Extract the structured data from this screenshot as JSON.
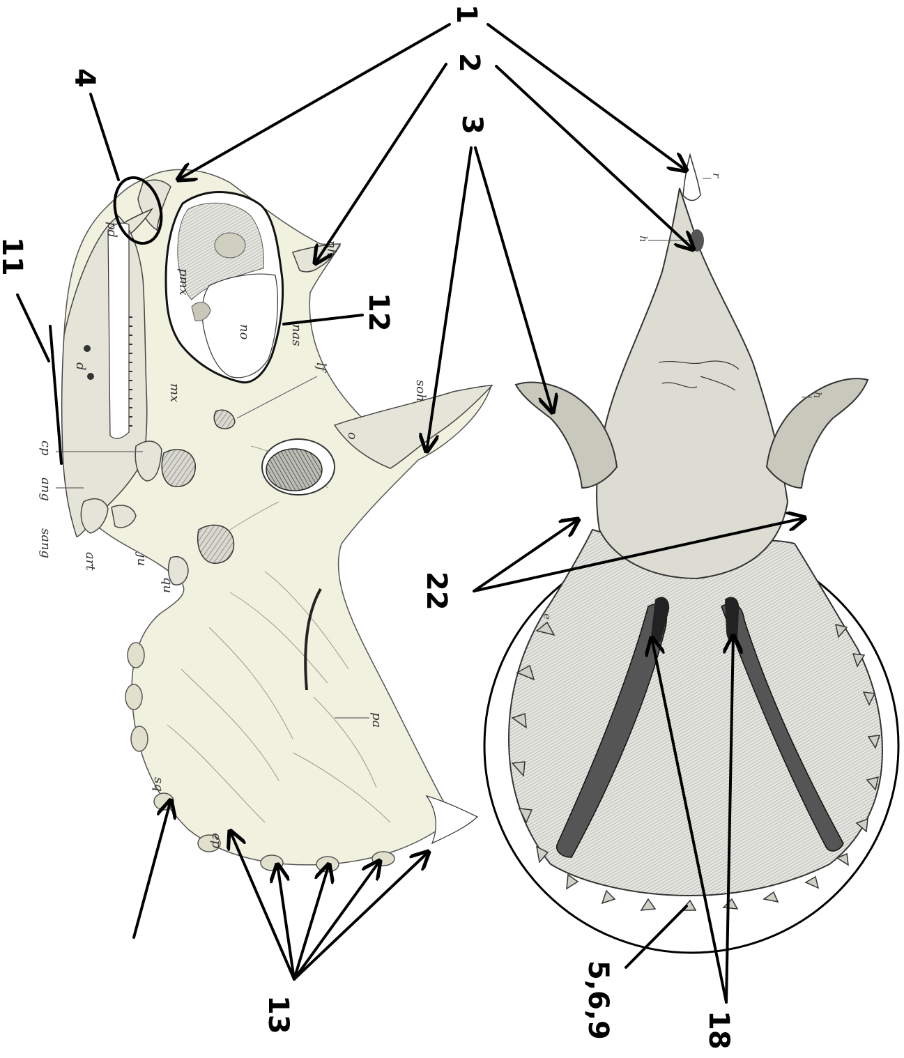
{
  "callouts": {
    "n1": "1",
    "n2": "2",
    "n3": "3",
    "n4": "4",
    "n11": "11",
    "n12": "12",
    "n13": "13",
    "n22": "22",
    "n5_6_9": "5,6,9",
    "n18": "18"
  },
  "lateral_labels": {
    "pd": "pd",
    "nh": "nh",
    "pmx": "pmx",
    "no": "no",
    "nas": "nas",
    "lf": "lf",
    "d": "d",
    "mx": "mx",
    "soh": "soh",
    "o": "o",
    "cp": "cp",
    "ang": "ang",
    "sang": "sang",
    "art": "art",
    "ju": "ju",
    "qu": "qu",
    "pa": "pa",
    "sq": "sq",
    "ep": "ep"
  },
  "dorsal_labels": {
    "r": "r",
    "h_nasal": "h",
    "h_horn": "h",
    "e": "e"
  }
}
